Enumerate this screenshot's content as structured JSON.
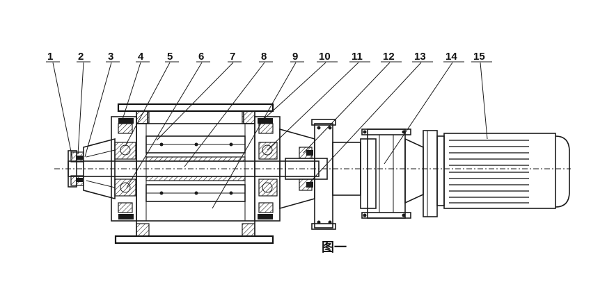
{
  "callouts": [
    {
      "label": "1"
    },
    {
      "label": "2"
    },
    {
      "label": "3"
    },
    {
      "label": "4"
    },
    {
      "label": "5"
    },
    {
      "label": "6"
    },
    {
      "label": "7"
    },
    {
      "label": "8"
    },
    {
      "label": "9"
    },
    {
      "label": "10"
    },
    {
      "label": "11"
    },
    {
      "label": "12"
    },
    {
      "label": "13"
    },
    {
      "label": "14"
    },
    {
      "label": "15"
    }
  ],
  "caption": "图一"
}
